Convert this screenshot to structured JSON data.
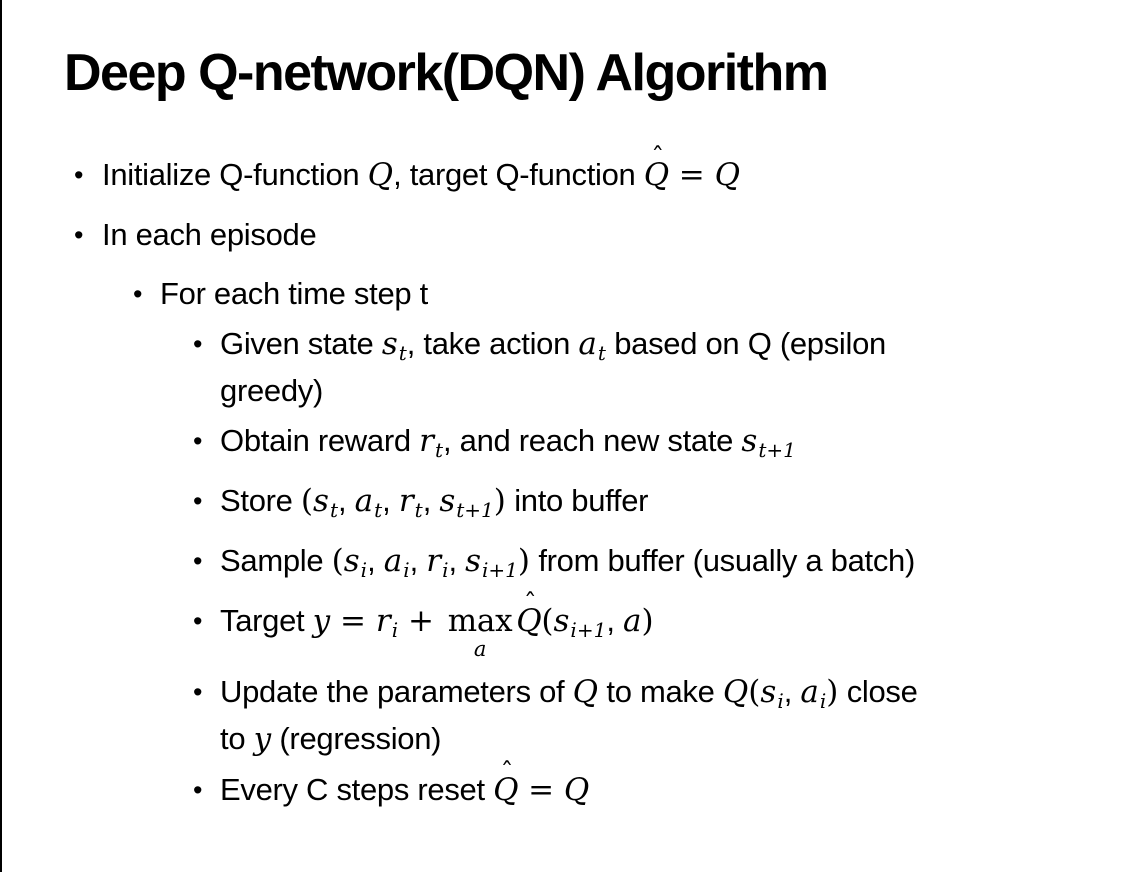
{
  "colors": {
    "background": "#ffffff",
    "text": "#000000",
    "border": "#000000"
  },
  "slide": {
    "title": "Deep Q-network(DQN) Algorithm",
    "bullet_glyph": "•",
    "bullets": [
      {
        "level": 1,
        "segments": [
          {
            "t": "text",
            "v": "Initialize Q-function "
          },
          {
            "t": "mi",
            "v": "Q"
          },
          {
            "t": "text",
            "v": ", target Q-function "
          },
          {
            "t": "hat",
            "v": "Q",
            "hat": "ˆ"
          },
          {
            "t": "mo",
            "v": " = "
          },
          {
            "t": "mi",
            "v": "Q"
          }
        ]
      },
      {
        "level": 1,
        "segments": [
          {
            "t": "text",
            "v": "In each episode"
          }
        ]
      },
      {
        "level": 2,
        "segments": [
          {
            "t": "text",
            "v": "For each time step t"
          }
        ]
      },
      {
        "level": 3,
        "segments": [
          {
            "t": "text",
            "v": "Given state "
          },
          {
            "t": "mi",
            "v": "s",
            "sub": "t"
          },
          {
            "t": "text",
            "v": ", take action "
          },
          {
            "t": "mi",
            "v": "a",
            "sub": "t"
          },
          {
            "t": "text",
            "v": " based on Q (epsilon"
          },
          {
            "t": "br"
          },
          {
            "t": "text",
            "v": "greedy)"
          }
        ]
      },
      {
        "level": 3,
        "segments": [
          {
            "t": "text",
            "v": "Obtain reward "
          },
          {
            "t": "mi",
            "v": "r",
            "sub": "t"
          },
          {
            "t": "text",
            "v": ", and reach new state "
          },
          {
            "t": "mi",
            "v": "s",
            "sub": "t+1"
          }
        ]
      },
      {
        "level": 3,
        "segments": [
          {
            "t": "text",
            "v": "Store "
          },
          {
            "t": "mo",
            "v": "("
          },
          {
            "t": "mi",
            "v": "s",
            "sub": "t"
          },
          {
            "t": "text",
            "v": ", "
          },
          {
            "t": "mi",
            "v": "a",
            "sub": "t"
          },
          {
            "t": "text",
            "v": ", "
          },
          {
            "t": "mi",
            "v": "r",
            "sub": "t"
          },
          {
            "t": "text",
            "v": ", "
          },
          {
            "t": "mi",
            "v": "s",
            "sub": "t+1"
          },
          {
            "t": "mo",
            "v": ")"
          },
          {
            "t": "text",
            "v": " into buffer"
          }
        ]
      },
      {
        "level": 3,
        "segments": [
          {
            "t": "text",
            "v": "Sample "
          },
          {
            "t": "mo",
            "v": "("
          },
          {
            "t": "mi",
            "v": "s",
            "sub": "i"
          },
          {
            "t": "text",
            "v": ", "
          },
          {
            "t": "mi",
            "v": "a",
            "sub": "i"
          },
          {
            "t": "text",
            "v": ", "
          },
          {
            "t": "mi",
            "v": "r",
            "sub": "i"
          },
          {
            "t": "text",
            "v": ", "
          },
          {
            "t": "mi",
            "v": "s",
            "sub": "i+1"
          },
          {
            "t": "mo",
            "v": ")"
          },
          {
            "t": "text",
            "v": " from buffer (usually a batch)"
          }
        ]
      },
      {
        "level": 3,
        "segments": [
          {
            "t": "text",
            "v": "Target "
          },
          {
            "t": "mi",
            "v": "y"
          },
          {
            "t": "mo",
            "v": " = "
          },
          {
            "t": "mi",
            "v": "r",
            "sub": "i"
          },
          {
            "t": "mo",
            "v": " + "
          },
          {
            "t": "maxunder",
            "top": "max",
            "under": "a"
          },
          {
            "t": "hat",
            "v": "Q",
            "hat": "ˆ"
          },
          {
            "t": "mo",
            "v": "("
          },
          {
            "t": "mi",
            "v": "s",
            "sub": "i+1"
          },
          {
            "t": "text",
            "v": ", "
          },
          {
            "t": "mi",
            "v": "a"
          },
          {
            "t": "mo",
            "v": ")"
          }
        ]
      },
      {
        "level": 3,
        "segments": [
          {
            "t": "text",
            "v": "Update the parameters of "
          },
          {
            "t": "mi",
            "v": "Q"
          },
          {
            "t": "text",
            "v": " to make "
          },
          {
            "t": "mi",
            "v": "Q"
          },
          {
            "t": "mo",
            "v": "("
          },
          {
            "t": "mi",
            "v": "s",
            "sub": "i"
          },
          {
            "t": "text",
            "v": ", "
          },
          {
            "t": "mi",
            "v": "a",
            "sub": "i"
          },
          {
            "t": "mo",
            "v": ")"
          },
          {
            "t": "text",
            "v": " close"
          },
          {
            "t": "br"
          },
          {
            "t": "text",
            "v": "to "
          },
          {
            "t": "mi",
            "v": "y"
          },
          {
            "t": "text",
            "v": " (regression)"
          }
        ]
      },
      {
        "level": 3,
        "segments": [
          {
            "t": "text",
            "v": "Every C steps reset "
          },
          {
            "t": "hat",
            "v": "Q",
            "hat": "ˆ"
          },
          {
            "t": "mo",
            "v": " = "
          },
          {
            "t": "mi",
            "v": "Q"
          }
        ]
      }
    ]
  }
}
